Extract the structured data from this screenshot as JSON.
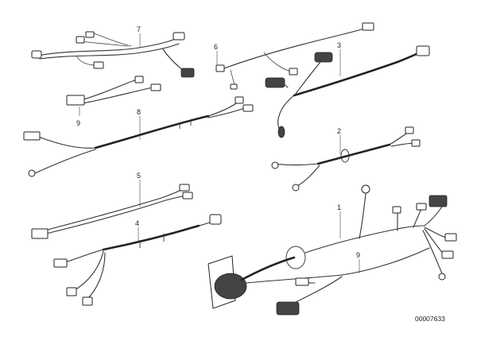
{
  "parts": [
    {
      "id": "p1",
      "number": "1"
    },
    {
      "id": "p2",
      "number": "2"
    },
    {
      "id": "p3",
      "number": "3"
    },
    {
      "id": "p4",
      "number": "4"
    },
    {
      "id": "p5",
      "number": "5"
    },
    {
      "id": "p6",
      "number": "6"
    },
    {
      "id": "p7",
      "number": "7"
    },
    {
      "id": "p8",
      "number": "8"
    },
    {
      "id": "p9",
      "number": "9"
    },
    {
      "id": "p10",
      "number": "9"
    }
  ],
  "diagram_id": "00007633"
}
